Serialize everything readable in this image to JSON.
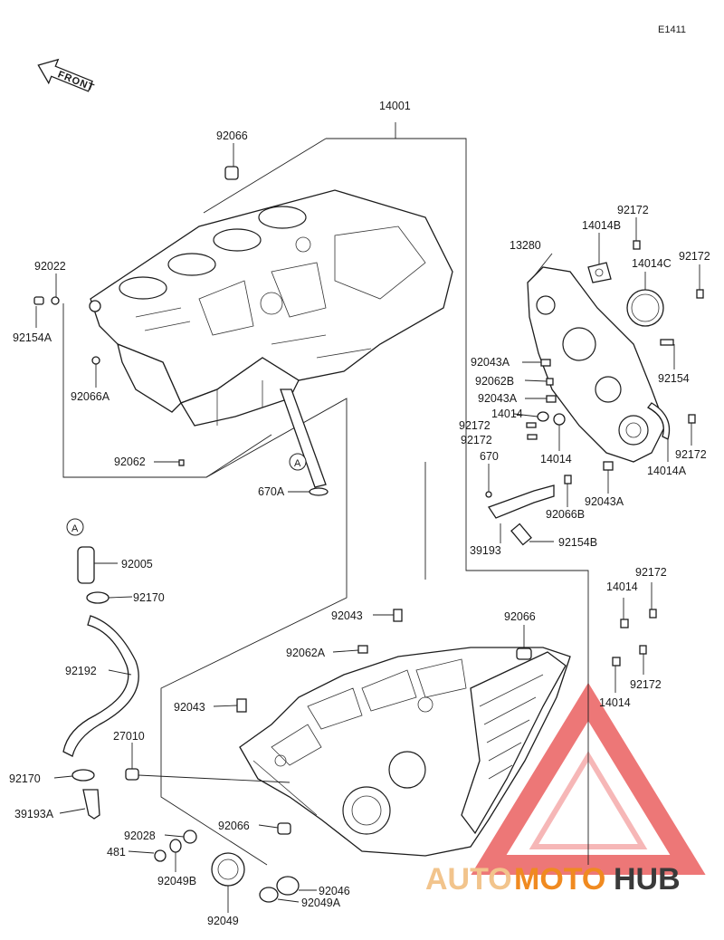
{
  "diagram_code": "E1411",
  "front_label": "FRONT",
  "callout_letter": "A",
  "labels": {
    "p14001": "14001",
    "p92066_top": "92066",
    "p92022": "92022",
    "p92154A": "92154A",
    "p92066A": "92066A",
    "p92062": "92062",
    "p670A": "670A",
    "p13280": "13280",
    "p14014B": "14014B",
    "p92172_a": "92172",
    "p14014C": "14014C",
    "p92172_b": "92172",
    "p92154": "92154",
    "p92043A_a": "92043A",
    "p92062B": "92062B",
    "p92043A_b": "92043A",
    "p14014_a": "14014",
    "p92172_c": "92172",
    "p92172_d": "92172",
    "p14014_b": "14014",
    "p92172_e": "92172",
    "p14014A": "14014A",
    "p670": "670",
    "p92043A_c": "92043A",
    "p92066B": "92066B",
    "p39193": "39193",
    "p92154B": "92154B",
    "p92005": "92005",
    "p92170_a": "92170",
    "p92192": "92192",
    "p92043_a": "92043",
    "p92062A": "92062A",
    "p92066_mid": "92066",
    "p92043_b": "92043",
    "p27010": "27010",
    "p92170_b": "92170",
    "p39193A": "39193A",
    "p92028": "92028",
    "p92066_low": "92066",
    "p481": "481",
    "p92049B": "92049B",
    "p92049": "92049",
    "p92046": "92046",
    "p92049A": "92049A",
    "p92172_f": "92172",
    "p14014_c": "14014",
    "p92172_g": "92172",
    "p14014_d": "14014"
  },
  "watermark": {
    "part1": "AUTO",
    "part2": "MOTO",
    "part3": "HUB",
    "color_light": "#f2c48c",
    "color_orange": "#f08a20",
    "color_dark": "#3a3a3a",
    "triangle_color": "#e84a4a"
  }
}
